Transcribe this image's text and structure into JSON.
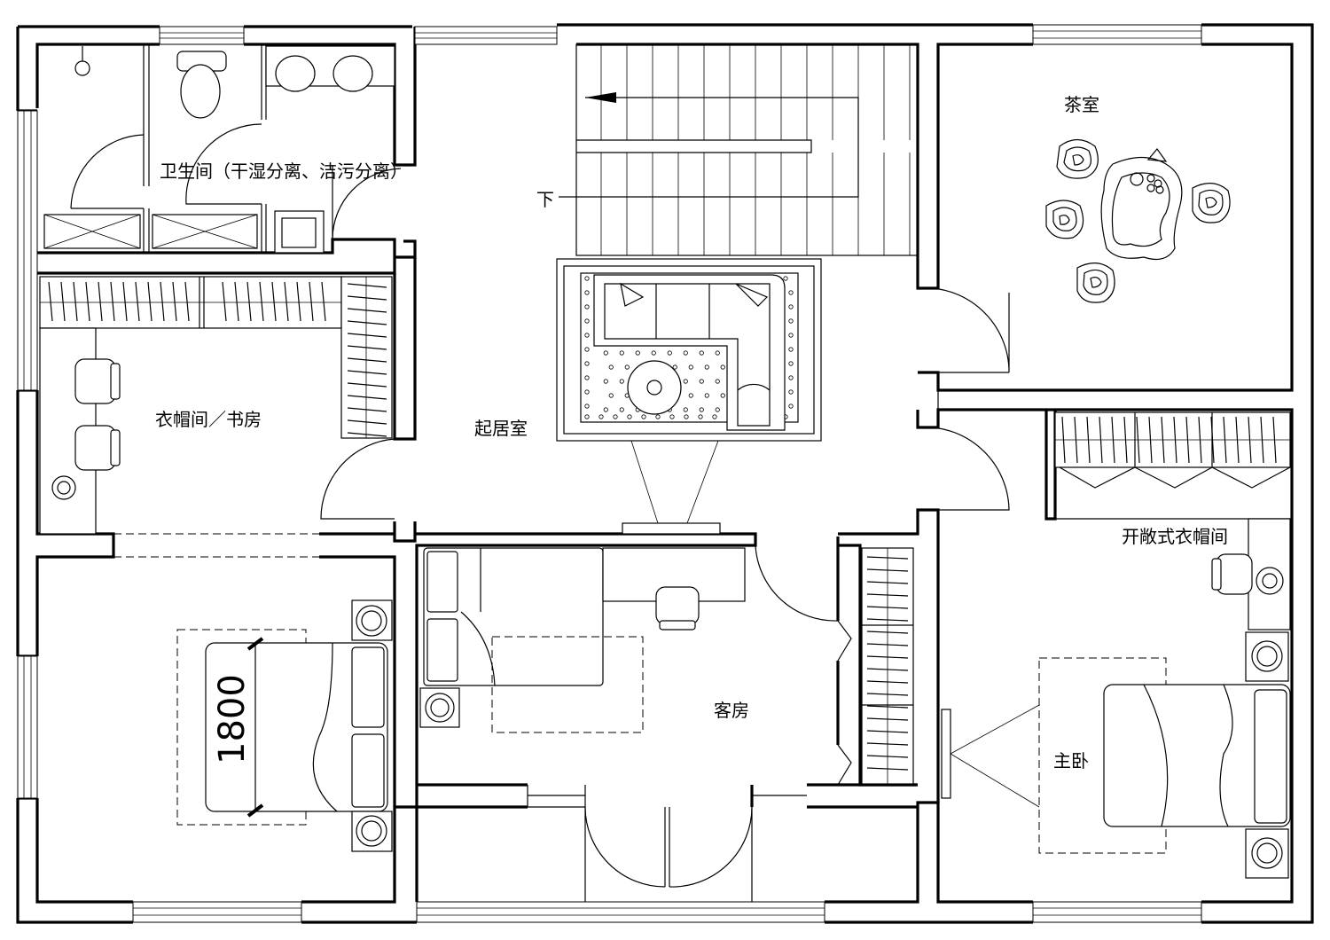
{
  "rooms": {
    "bathroom": "卫生间（干湿分离、洁污分离）",
    "tea_room": "茶室",
    "cloakroom_study": "衣帽间／书房",
    "living_room": "起居室",
    "guest_room": "客房",
    "open_cloakroom": "开敞式衣帽间",
    "master_bedroom": "主卧"
  },
  "stair": {
    "down_label": "下"
  },
  "dimensions": {
    "bed_width": "1800"
  }
}
